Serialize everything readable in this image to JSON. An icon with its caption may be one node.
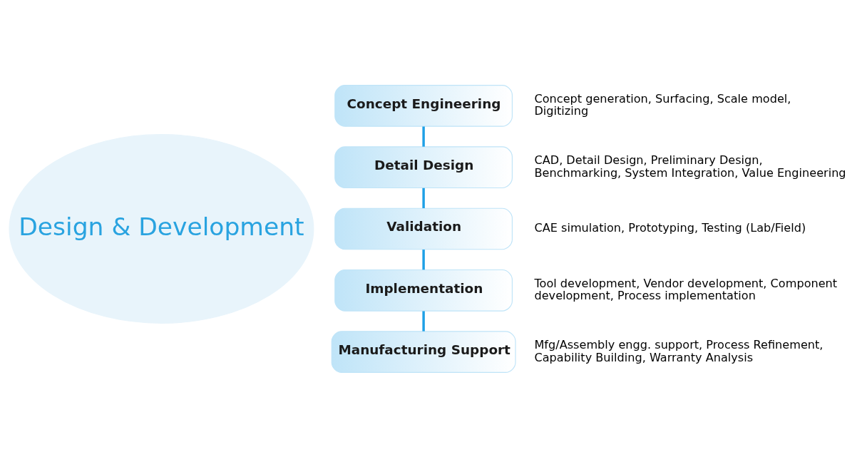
{
  "diagram": {
    "nodes": [
      {
        "text": [
          "Design & Development"
        ]
      },
      {
        "text": [
          "Concept Engineering"
        ],
        "beside": [
          "Concept generation, Surfacing, Scale model, Digitizing"
        ]
      },
      {
        "text": [
          "Detail Design"
        ],
        "beside": [
          "CAD, Detail Design, Preliminary Design, Benchmarking, System Integration, Value Engineering"
        ]
      },
      {
        "text": [
          "Validation"
        ],
        "beside": [
          "CAE simulation, Prototyping, Testing (Lab/Field)"
        ]
      },
      {
        "text": [
          "Implementation"
        ],
        "beside": [
          "Tool development, Vendor development, Component development, Process implementation"
        ]
      },
      {
        "text": [
          "Manufacturing Support"
        ],
        "beside": [
          "Mfg/Assembly engg. support, Process Refinement, Capability Building, Warranty Analysis"
        ]
      }
    ],
    "edges": [
      {
        "from": 1,
        "to": 2,
        "arrow": "none"
      },
      {
        "from": 2,
        "to": 3,
        "arrow": "none"
      },
      {
        "from": 3,
        "to": 4,
        "arrow": "none"
      },
      {
        "from": 4,
        "to": 5,
        "arrow": "none"
      }
    ]
  }
}
